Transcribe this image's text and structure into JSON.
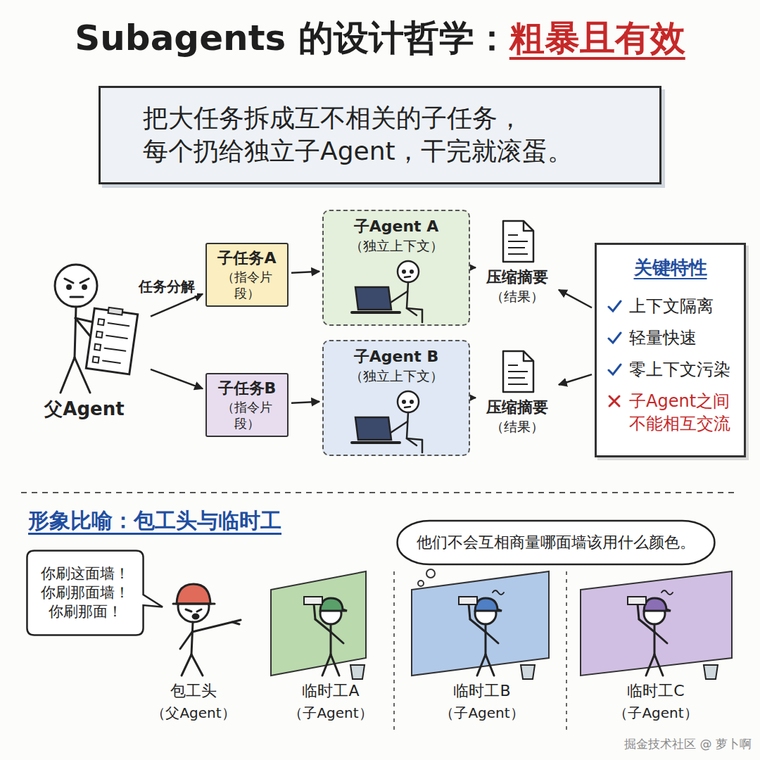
{
  "diagram": {
    "title": "Subagents 的设计哲学：",
    "nodes": [
      {
        "text": [
          "把大任务拆成互不相关的子任务， 每个扔给独立子Agent，干完就滚蛋。"
        ]
      },
      {
        "text": [
          "父Agent"
        ]
      },
      {
        "text": [
          "子任务A",
          "（指令片段）"
        ]
      },
      {
        "text": [
          "子Agent A",
          "（独立上下文）"
        ]
      },
      {
        "text": [
          "压缩摘要",
          "（结果）"
        ]
      },
      {
        "text": [
          "关键特性",
          "上下文隔离",
          "轻量快速",
          "零上下文污染",
          "子Agent之间 不能相互交流"
        ]
      },
      {
        "text": [
          "子任务B",
          "（指令片段）"
        ]
      },
      {
        "text": [
          "子Agent B",
          "（独立上下文）"
        ]
      },
      {
        "text": [
          "压缩摘要",
          "（结果）"
        ]
      },
      {
        "text": [
          "你刷这面墙！ 你刷那面墙！ 你刷那面！"
        ]
      },
      {
        "text": [
          "他们不会互相商量哪面墙该用什么颜色。"
        ]
      }
    ],
    "edges": [
      {
        "from": 1,
        "to": 2,
        "arrow": "to",
        "label": "任务分解"
      },
      {
        "from": 1,
        "to": 6,
        "arrow": "to"
      },
      {
        "from": 2,
        "to": 3,
        "arrow": "to"
      },
      {
        "from": 6,
        "to": 7,
        "arrow": "to"
      },
      {
        "from": 3,
        "to": 4,
        "arrow": "to"
      },
      {
        "from": 7,
        "to": 8,
        "arrow": "to"
      },
      {
        "from": 5,
        "to": 4,
        "arrow": "to"
      },
      {
        "from": 5,
        "to": 8,
        "arrow": "to"
      }
    ],
    "labels": [
      "粗暴且有效",
      "形象比喻：包工头与临时工",
      "包工头",
      "（父Agent）",
      "临时工A",
      "（子Agent）",
      "临时工B",
      "（子Agent）",
      "临时工C",
      "（子Agent）",
      "掘金技术社区 @ 萝卜啊"
    ]
  }
}
